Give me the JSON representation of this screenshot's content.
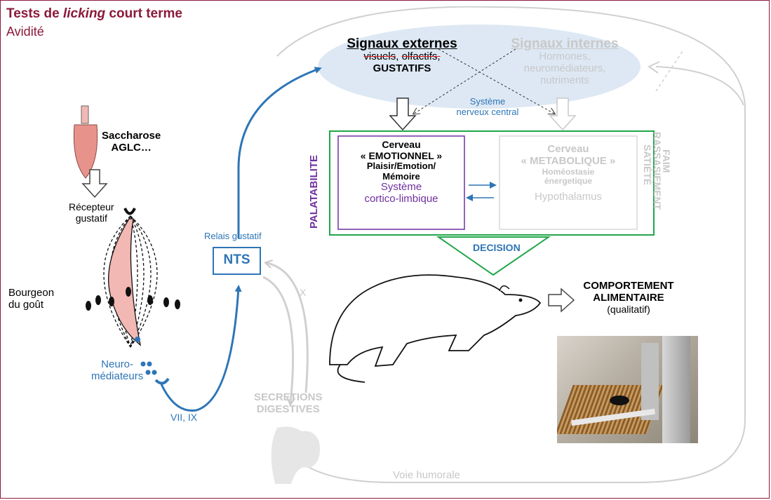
{
  "header": {
    "title_prefix": "Tests de ",
    "title_italic": "licking",
    "title_suffix": " court terme",
    "subtitle": "Avidité"
  },
  "stimulus": {
    "line1": "Saccharose",
    "line2": "AGLC…"
  },
  "receptor": {
    "line1": "Récepteur",
    "line2": "gustatif"
  },
  "bud": {
    "line1": "Bourgeon",
    "line2": "du goût"
  },
  "neuro": {
    "line1": "Neuro-",
    "line2": "médiateurs"
  },
  "nerves": {
    "cranial": "VII, IX",
    "vagus": "X"
  },
  "relay": {
    "label": "Relais gustatif",
    "nts": "NTS"
  },
  "secretions": {
    "line1": "SECRETIONS",
    "line2": "DIGESTIVES"
  },
  "humoral": {
    "label": "Voie humorale"
  },
  "external": {
    "title": "Signaux externes",
    "visuels": "visuels",
    "olfactifs": "olfactifs,",
    "gustatifs": "GUSTATIFS"
  },
  "internal": {
    "title": "Signaux internes",
    "line1": "Hormones,",
    "line2": "neuromédiateurs,",
    "line3": "nutriments"
  },
  "cns": {
    "line1": "Système",
    "line2": "nerveux central"
  },
  "palatability": "PALATABILITE",
  "brain_emotional": {
    "line1": "Cerveau",
    "line2": "« EMOTIONNEL »",
    "line3": "Plaisir/Emotion/",
    "line4": "Mémoire",
    "line5": "Système",
    "line6": "cortico-limbique"
  },
  "brain_metabolic": {
    "line1": "Cerveau",
    "line2": "« METABOLIQUE »",
    "line3": "Homéostasie",
    "line4": "énergetique",
    "line5": "Hypothalamus"
  },
  "side_labels": {
    "faim": "FAIM",
    "rassasiement": "RASSASIEMENT",
    "satiete": "SATIÉTÉ"
  },
  "decision": "DECISION",
  "behavior": {
    "line1": "COMPORTEMENT",
    "line2": "ALIMENTAIRE",
    "line3": "(qualitatif)"
  },
  "colors": {
    "maroon": "#8b1a3a",
    "blue": "#2e75b6",
    "green": "#22a64a",
    "purple": "#7030a0",
    "gray": "#c8c8c8",
    "ellipse": "#dde8f4",
    "tongue": "#f2b8b4"
  }
}
